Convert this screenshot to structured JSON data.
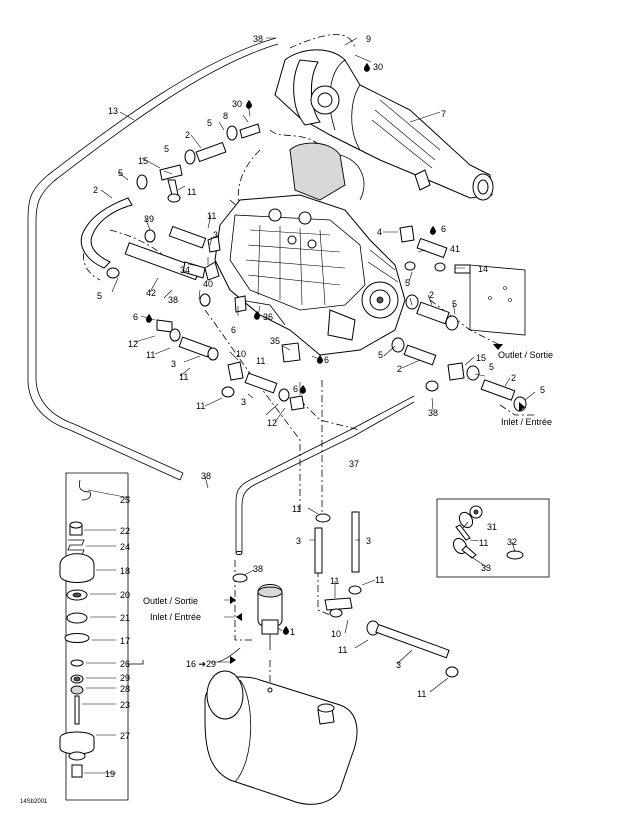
{
  "diagram": {
    "drawing_code": "14Sb2001",
    "direction_labels": {
      "outlet_right": "Outlet / Sortie",
      "inlet_right": "Inlet / Entrée",
      "outlet_left": "Outlet / Sortie",
      "inlet_left": "Inlet / Entrée"
    },
    "kit_range_label": "16 ➔29",
    "callouts": [
      "38",
      "9",
      "30",
      "13",
      "30",
      "8",
      "5",
      "7",
      "2",
      "5",
      "15",
      "5",
      "2",
      "11",
      "39",
      "11",
      "3",
      "4",
      "6",
      "41",
      "34",
      "40",
      "5",
      "42",
      "38",
      "14",
      "5",
      "2",
      "5",
      "6",
      "36",
      "6",
      "12",
      "11",
      "3",
      "10",
      "11",
      "35",
      "6",
      "5",
      "2",
      "15",
      "5",
      "2",
      "5",
      "11",
      "3",
      "6",
      "11",
      "12",
      "38",
      "37",
      "38",
      "25",
      "22",
      "24",
      "18",
      "20",
      "21",
      "17",
      "26",
      "29",
      "28",
      "23",
      "27",
      "19",
      "11",
      "3",
      "3",
      "31",
      "11",
      "32",
      "33",
      "38",
      "11",
      "11",
      "1",
      "10",
      "11",
      "3",
      "11"
    ]
  }
}
